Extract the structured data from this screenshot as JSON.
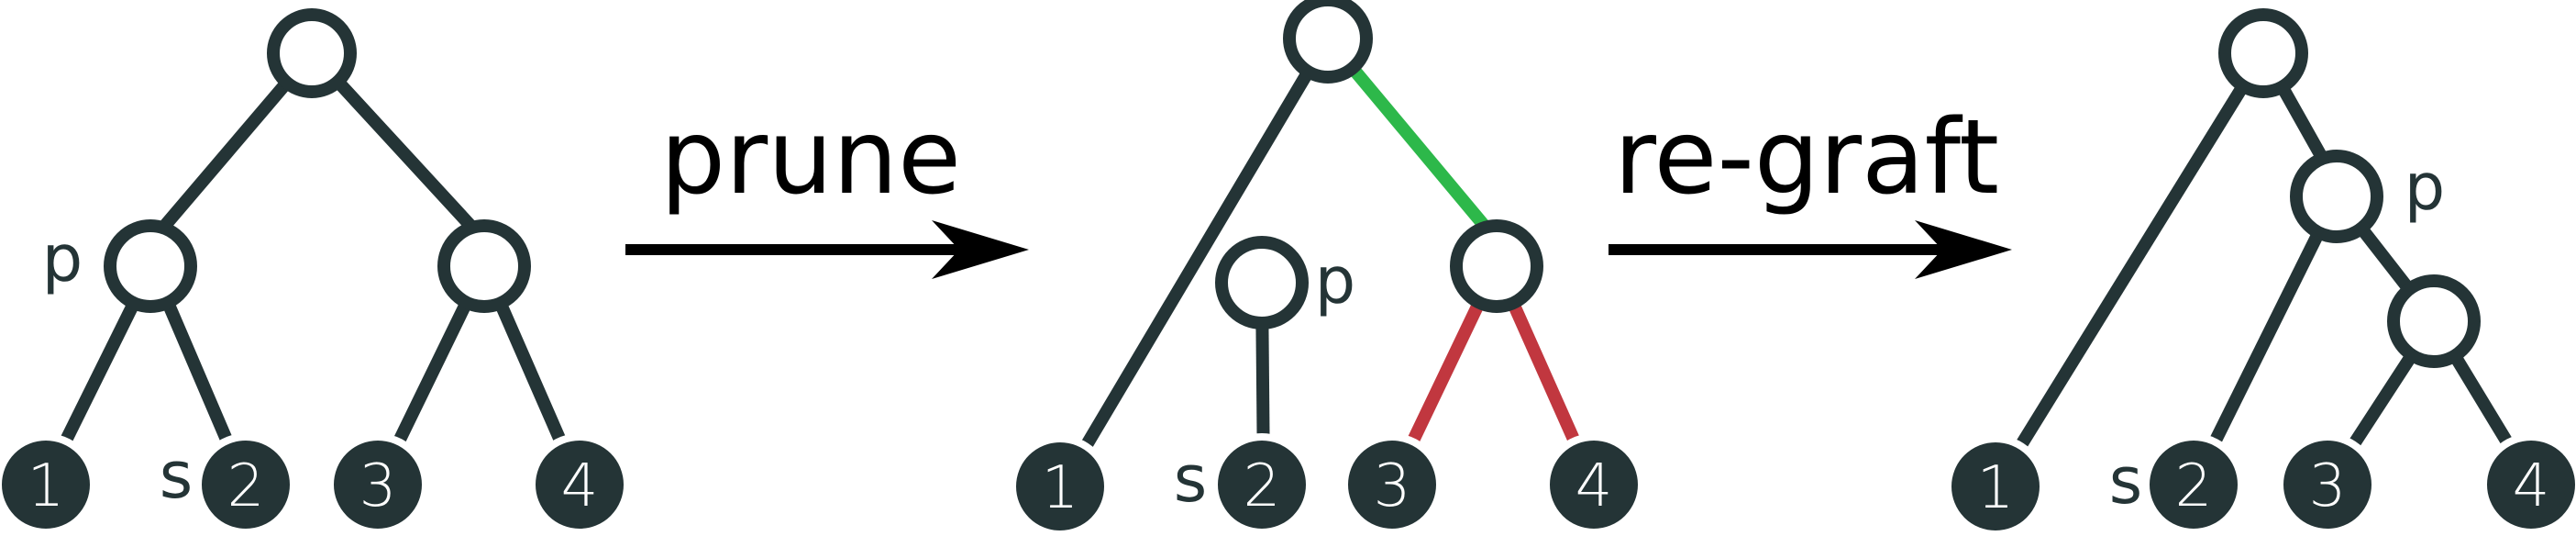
{
  "colors": {
    "node": "#243436",
    "edge_default": "#243436",
    "edge_green": "#2db84a",
    "edge_red": "#c1373f",
    "arrow": "#000000"
  },
  "operations": {
    "prune": "prune",
    "regraft": "re-graft"
  },
  "panel1": {
    "p_label": "p",
    "s_label": "s",
    "leaves": [
      "1",
      "2",
      "3",
      "4"
    ]
  },
  "panel2": {
    "p_label": "p",
    "s_label": "s",
    "leaves": [
      "1",
      "2",
      "3",
      "4"
    ]
  },
  "panel3": {
    "p_label": "p",
    "s_label": "s",
    "leaves": [
      "1",
      "2",
      "3",
      "4"
    ]
  }
}
